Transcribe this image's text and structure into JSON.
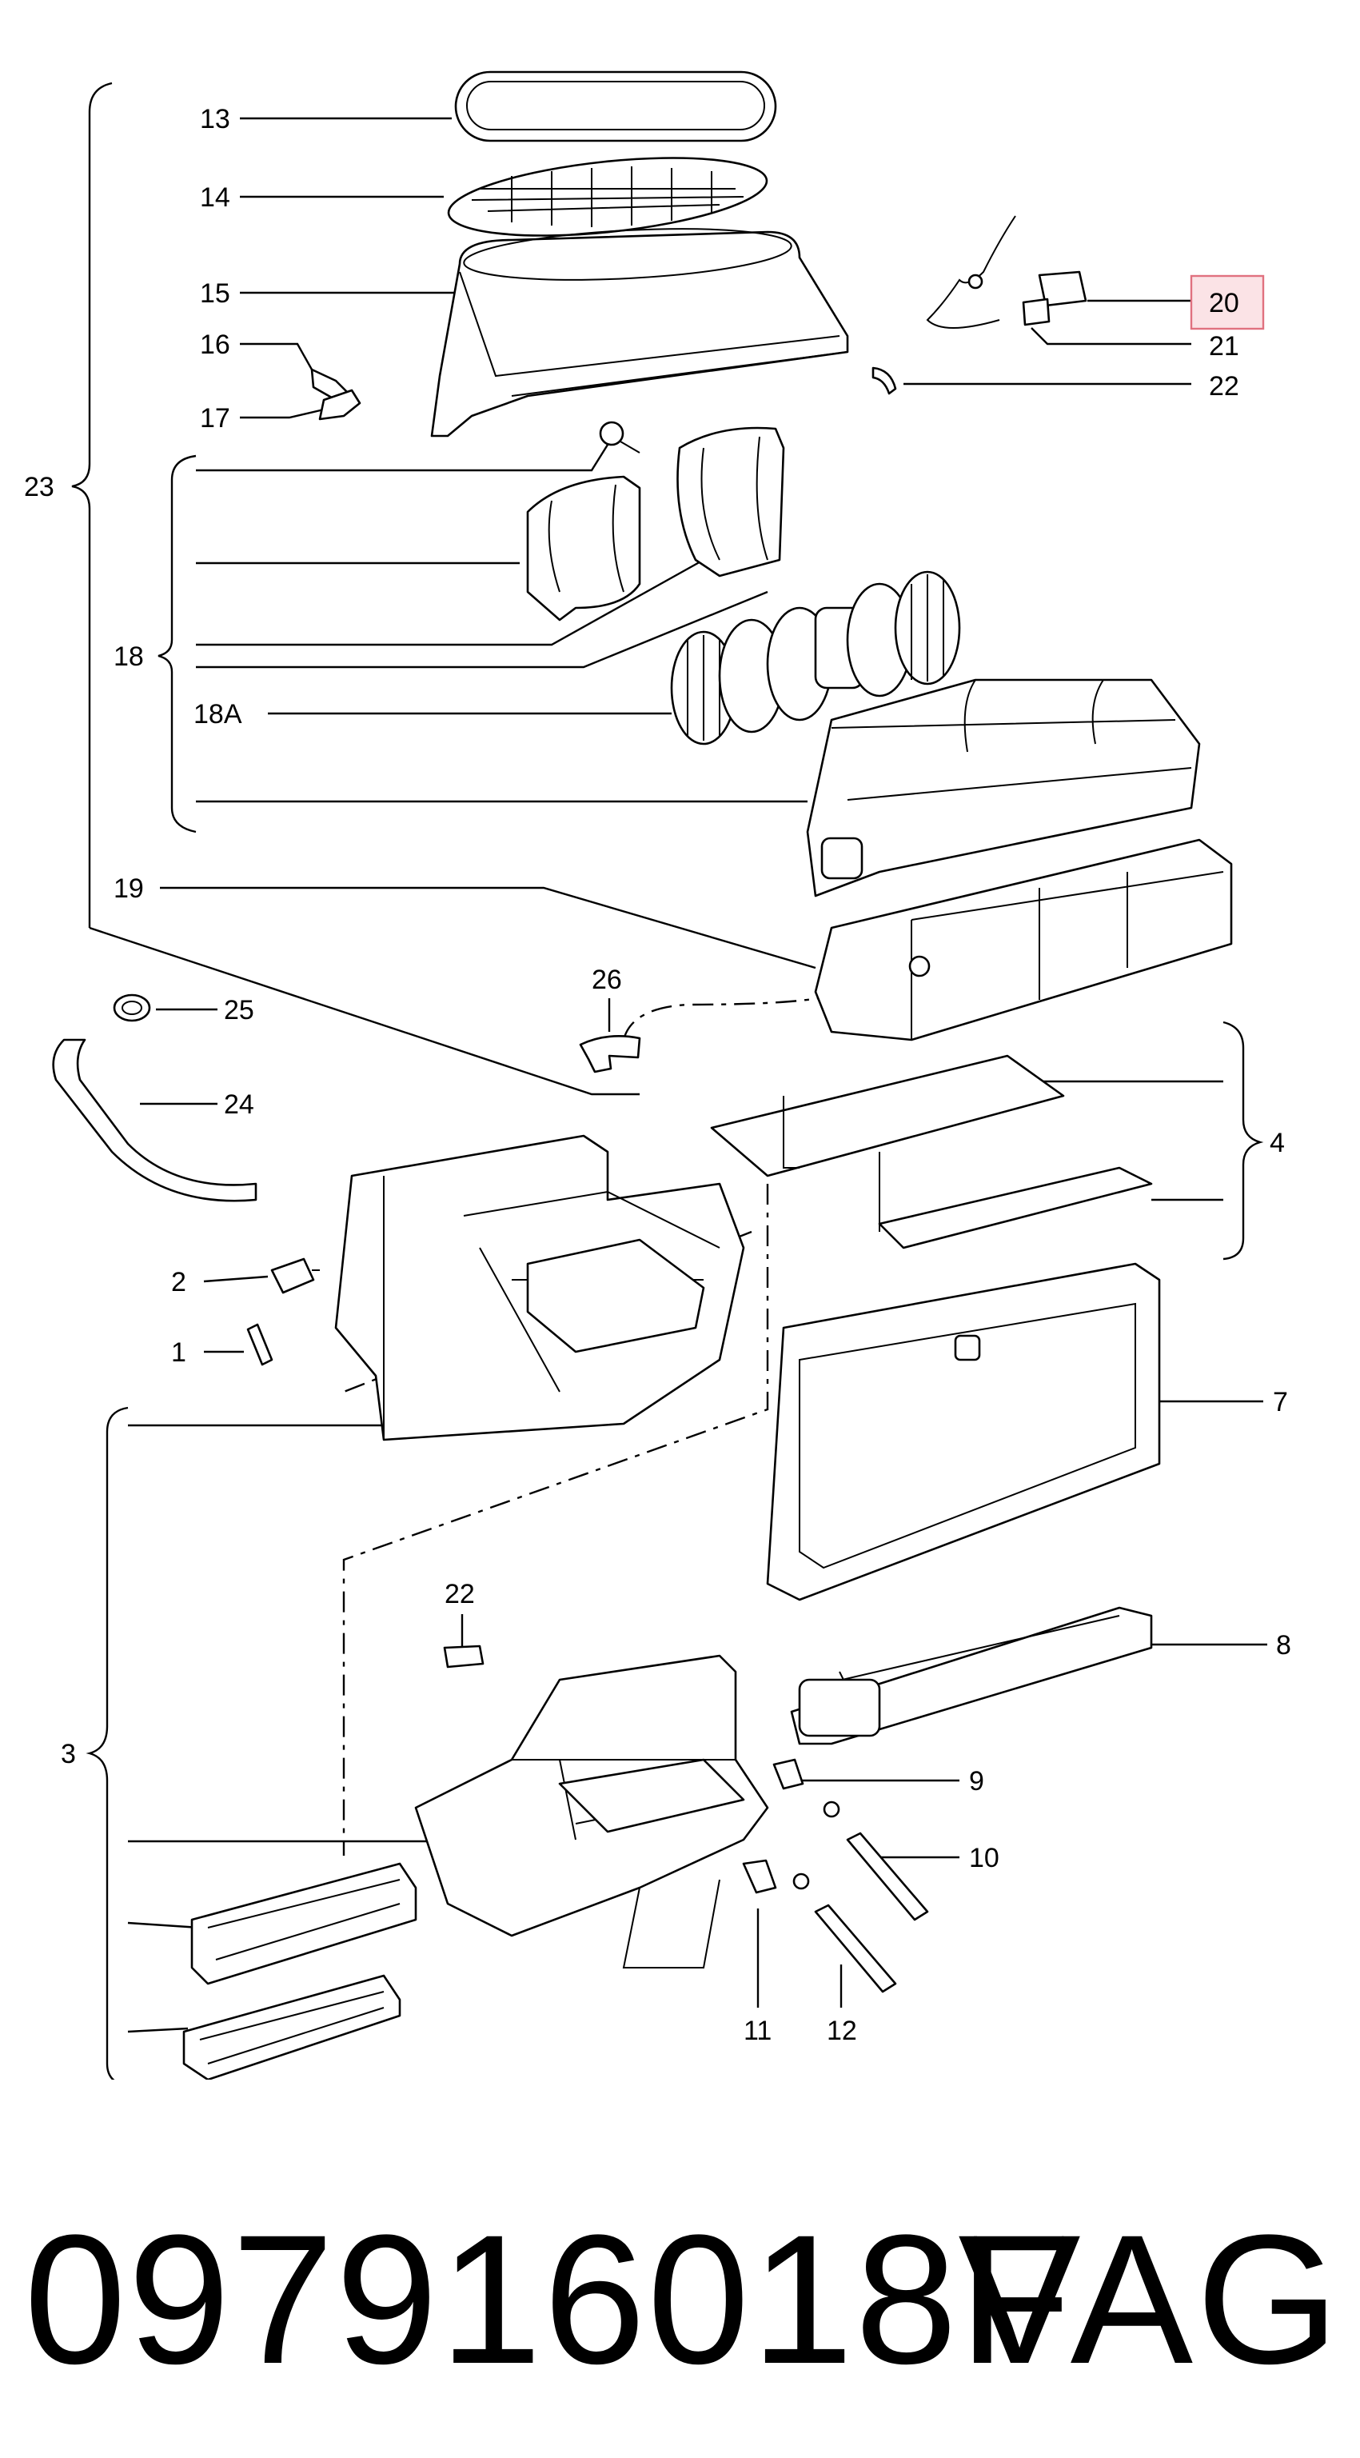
{
  "diagram": {
    "labels": {
      "l1": "1",
      "l2": "2",
      "l3": "3",
      "l4": "4",
      "l7": "7",
      "l8": "8",
      "l9": "9",
      "l10": "10",
      "l11": "11",
      "l12": "12",
      "l13": "13",
      "l14": "14",
      "l15": "15",
      "l16": "16",
      "l17": "17",
      "l18": "18",
      "l18a": "18A",
      "l19": "19",
      "l20": "20",
      "l21": "21",
      "l22a": "22",
      "l22b": "22",
      "l23": "23",
      "l24": "24",
      "l25": "25",
      "l26": "26"
    },
    "highlight_color": "#e0717f"
  },
  "footer": {
    "part_number": "097916018F",
    "brand": "VAG"
  }
}
